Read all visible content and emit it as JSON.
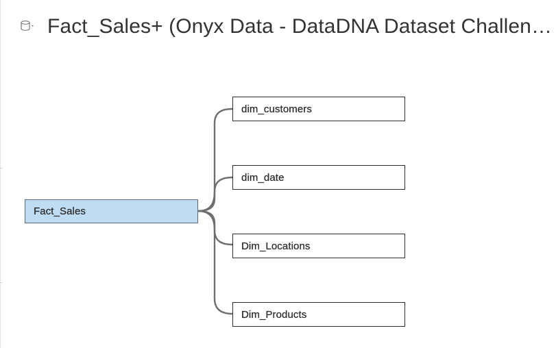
{
  "header": {
    "title": "Fact_Sales+ (Onyx Data - DataDNA Dataset Challenge",
    "icon": "database-icon",
    "menu_icon": "caret-down-icon"
  },
  "model": {
    "root": {
      "name": "Fact_Sales",
      "fill_color": "#bfdcf3"
    },
    "related_tables": [
      {
        "name": "dim_customers"
      },
      {
        "name": "dim_date"
      },
      {
        "name": "Dim_Locations"
      },
      {
        "name": "Dim_Products"
      }
    ],
    "connector_color": "#6e6e6e"
  }
}
